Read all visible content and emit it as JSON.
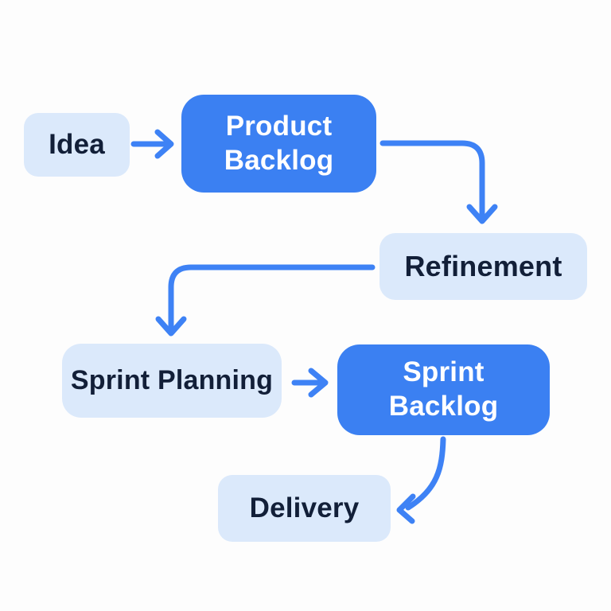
{
  "diagram": {
    "nodes": {
      "idea": {
        "label": "Idea",
        "style": "light"
      },
      "product_backlog": {
        "label": "Product Backlog",
        "style": "primary"
      },
      "refinement": {
        "label": "Refinement",
        "style": "light"
      },
      "sprint_planning": {
        "label": "Sprint Planning",
        "style": "light"
      },
      "sprint_backlog": {
        "label": "Sprint Backlog",
        "style": "primary"
      },
      "delivery": {
        "label": "Delivery",
        "style": "light"
      }
    },
    "edges": [
      {
        "from": "idea",
        "to": "product_backlog"
      },
      {
        "from": "product_backlog",
        "to": "refinement"
      },
      {
        "from": "refinement",
        "to": "sprint_planning"
      },
      {
        "from": "sprint_planning",
        "to": "sprint_backlog"
      },
      {
        "from": "sprint_backlog",
        "to": "delivery"
      }
    ]
  },
  "colors": {
    "primary_box": "#3b80f2",
    "light_box": "#dbe9fb",
    "arrow": "#3e82f5",
    "dark_text": "#121f38",
    "light_text": "#ffffff",
    "background": "#fdfdfd"
  }
}
